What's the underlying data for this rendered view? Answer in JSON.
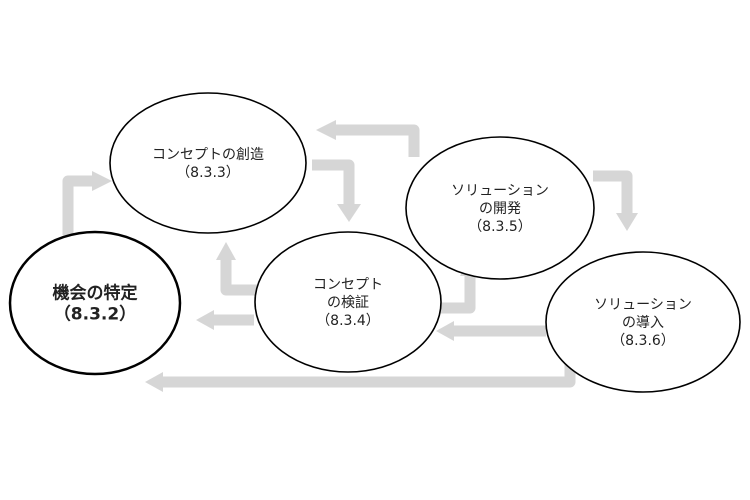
{
  "diagram": {
    "colors": {
      "node_border": "#000000",
      "node_fill": "#ffffff",
      "arrow": "#d6d6d6",
      "text": "#222222"
    },
    "nodes": [
      {
        "id": "opportunity",
        "lines": [
          "機会の特定",
          "（8.3.2）"
        ],
        "bold": true
      },
      {
        "id": "concept-creation",
        "lines": [
          "コンセプトの創造",
          "（8.3.3）"
        ],
        "bold": false
      },
      {
        "id": "concept-validation",
        "lines": [
          "コンセプト",
          "の検証",
          "（8.3.4）"
        ],
        "bold": false
      },
      {
        "id": "solution-development",
        "lines": [
          "ソリューション",
          "の開発",
          "（8.3.5）"
        ],
        "bold": false
      },
      {
        "id": "solution-deployment",
        "lines": [
          "ソリューション",
          "の導入",
          "（8.3.6）"
        ],
        "bold": false
      }
    ],
    "edges": [
      {
        "from": "opportunity",
        "to": "concept-creation"
      },
      {
        "from": "concept-creation",
        "to": "concept-validation"
      },
      {
        "from": "concept-validation",
        "to": "concept-creation"
      },
      {
        "from": "concept-validation",
        "to": "opportunity"
      },
      {
        "from": "concept-validation",
        "to": "solution-development"
      },
      {
        "from": "solution-development",
        "to": "concept-creation"
      },
      {
        "from": "solution-development",
        "to": "solution-deployment"
      },
      {
        "from": "solution-deployment",
        "to": "concept-validation"
      },
      {
        "from": "solution-deployment",
        "to": "opportunity"
      }
    ]
  }
}
